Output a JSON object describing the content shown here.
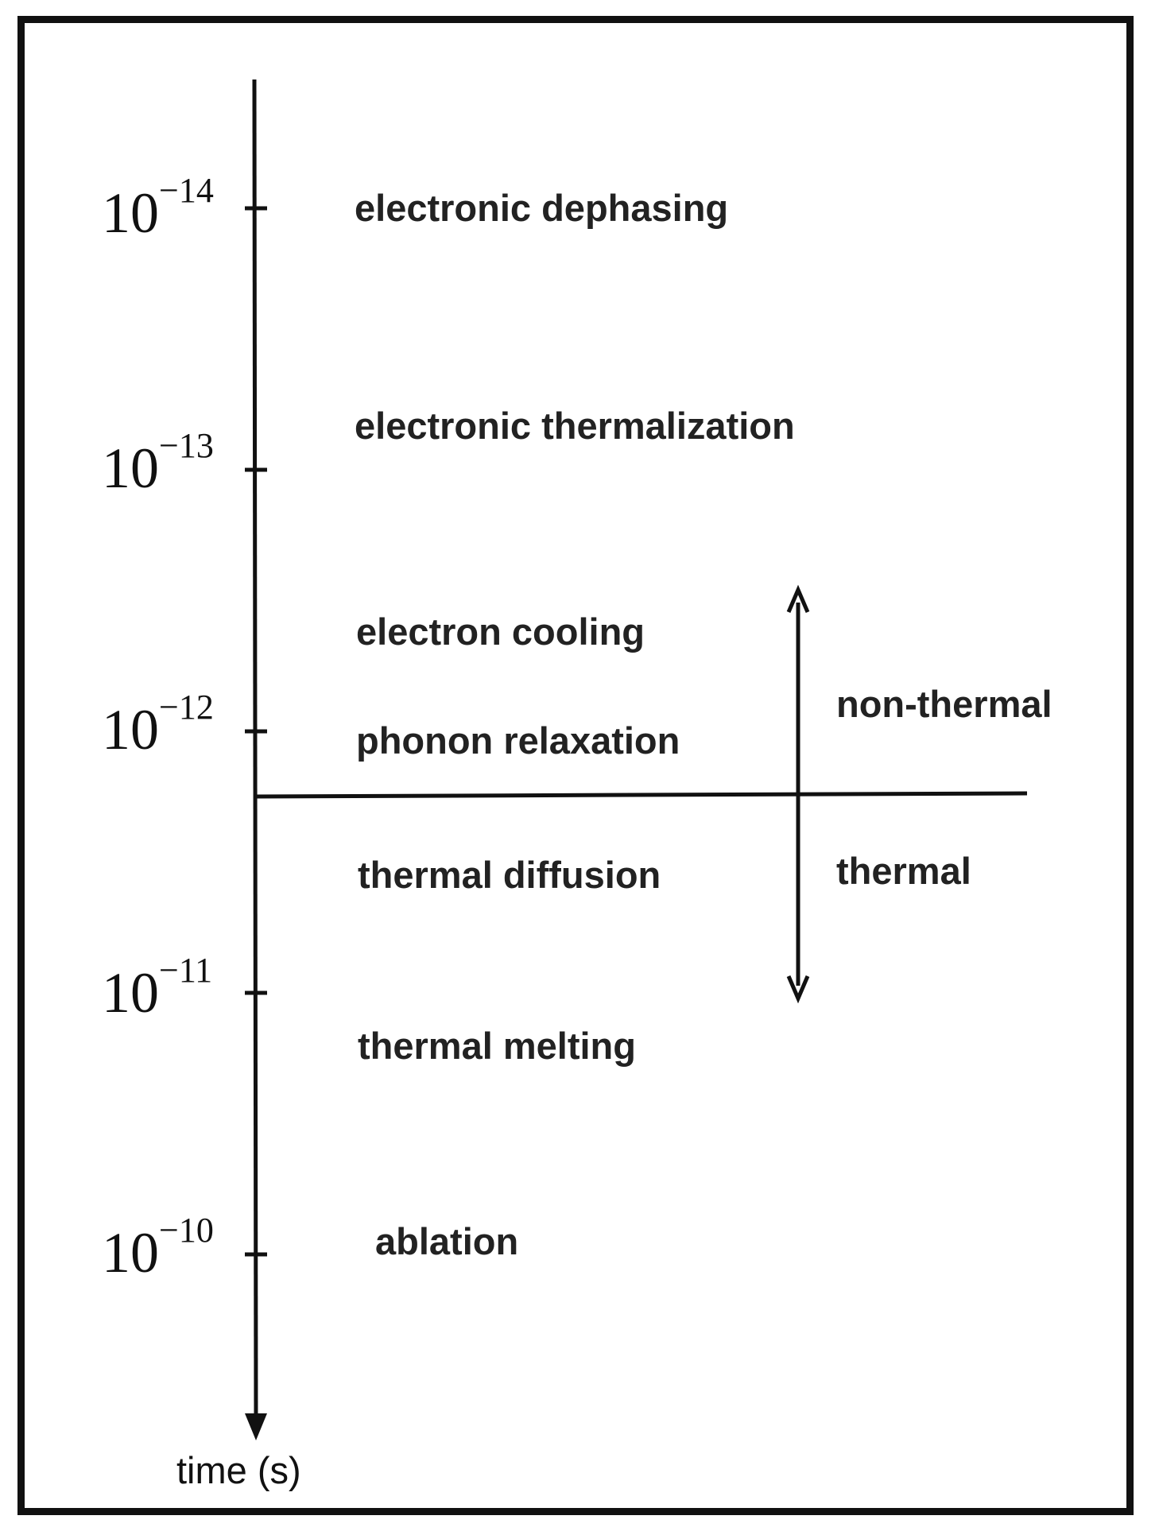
{
  "diagram": {
    "axis": {
      "title": "time (s)",
      "ticks": [
        {
          "base": "10",
          "exponent": "−14"
        },
        {
          "base": "10",
          "exponent": "−13"
        },
        {
          "base": "10",
          "exponent": "−12"
        },
        {
          "base": "10",
          "exponent": "−11"
        },
        {
          "base": "10",
          "exponent": "−10"
        }
      ]
    },
    "processes": [
      "electronic dephasing",
      "electronic thermalization",
      "electron cooling",
      "phonon relaxation",
      "thermal diffusion",
      "thermal melting",
      "ablation"
    ],
    "regimes": {
      "upper": "non-thermal",
      "lower": "thermal"
    },
    "colors": {
      "ink": "#111111",
      "text": "#222222",
      "background": "#ffffff"
    }
  }
}
